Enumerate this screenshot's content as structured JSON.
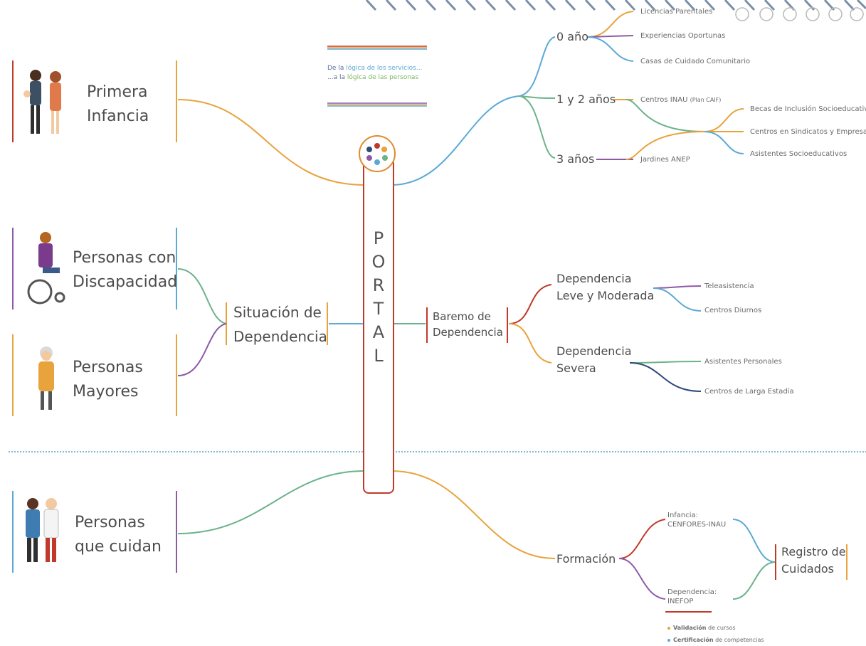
{
  "portal": {
    "letters": [
      "P",
      "O",
      "R",
      "T",
      "A",
      "L"
    ]
  },
  "note": {
    "line1_a": "De la",
    "line1_b": "lógica de los servicios...",
    "line2_a": "...a la",
    "line2_b": "lógica de las personas"
  },
  "left": {
    "primera_infancia": {
      "line1": "Primera",
      "line2": "Infancia"
    },
    "discapacidad": {
      "line1": "Personas con",
      "line2": "Discapacidad"
    },
    "mayores": {
      "line1": "Personas",
      "line2": "Mayores"
    },
    "dependencia_situacion": {
      "line1": "Situación de",
      "line2": "Dependencia"
    },
    "cuidan": {
      "line1": "Personas",
      "line2": "que cuidan"
    }
  },
  "right": {
    "anio0": {
      "label": "0 año",
      "items": [
        "Licencias Parentales",
        "Experiencias Oportunas",
        "Casas de Cuidado Comunitario"
      ]
    },
    "anio12": {
      "label": "1 y 2 años",
      "item": "Centros INAU",
      "item_note": "(Plan CAIF)"
    },
    "anio3": {
      "label": "3 años",
      "item": "Jardines ANEP"
    },
    "shared": [
      "Becas de Inclusión Socioeducativa",
      "Centros en Sindicatos y Empresas",
      "Asistentes Socioeducativos"
    ],
    "baremo": {
      "line1": "Baremo de",
      "line2": "Dependencia"
    },
    "leve": {
      "line1": "Dependencia",
      "line2": "Leve y Moderada",
      "items": [
        "Teleasistencia",
        "Centros Diurnos"
      ]
    },
    "severa": {
      "line1": "Dependencia",
      "line2": "Severa",
      "items": [
        "Asistentes Personales",
        "Centros de Larga Estadía"
      ]
    },
    "formacion": {
      "label": "Formación"
    },
    "infancia": {
      "line1": "Infancia:",
      "line2": "CENFORES-INAU"
    },
    "dependencia_f": {
      "line1": "Dependencia:",
      "line2": "INEFOP"
    },
    "registro": {
      "line1": "Registro de",
      "line2": "Cuidados"
    },
    "validacion": {
      "bold": "Validación",
      "rest": "de cursos"
    },
    "certificacion": {
      "bold": "Certificación",
      "rest": "de competencias"
    }
  },
  "colors": {
    "red": "#c0392b",
    "orange": "#e8a33d",
    "blue": "#5aa9d6",
    "green": "#6bb38a",
    "purple": "#8e5aa8",
    "navy": "#2c4a7a"
  }
}
